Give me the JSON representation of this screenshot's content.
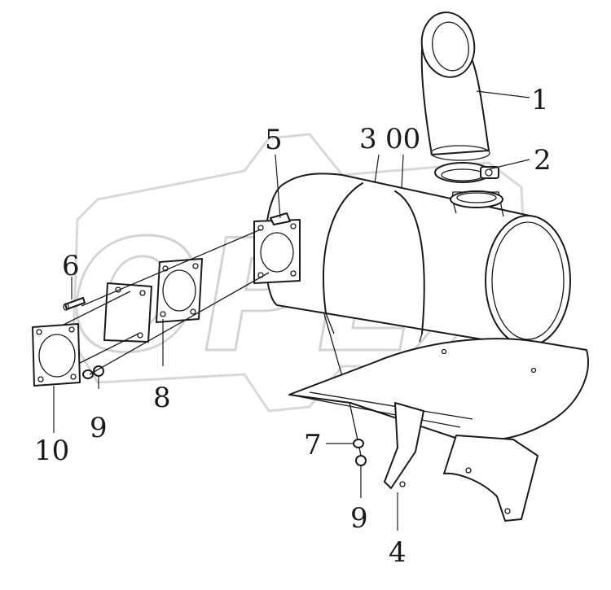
{
  "diagram": {
    "watermark": "OPEX",
    "callouts": [
      {
        "id": "c1",
        "label": "1"
      },
      {
        "id": "c2",
        "label": "2"
      },
      {
        "id": "c300",
        "label": "3"
      },
      {
        "id": "c300b",
        "label": "00"
      },
      {
        "id": "c4",
        "label": "4"
      },
      {
        "id": "c5",
        "label": "5"
      },
      {
        "id": "c6",
        "label": "6"
      },
      {
        "id": "c7",
        "label": "7"
      },
      {
        "id": "c8",
        "label": "8"
      },
      {
        "id": "c9a",
        "label": "9"
      },
      {
        "id": "c9b",
        "label": "9"
      },
      {
        "id": "c10",
        "label": "10"
      }
    ]
  }
}
